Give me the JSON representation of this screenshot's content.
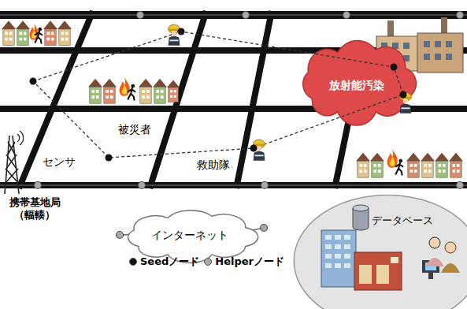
{
  "diagram": {
    "nodes": [
      {
        "text": [
          "放射能汚染"
        ]
      },
      {
        "text": [
          "インターネット"
        ]
      },
      {
        "text": [
          "データベース"
        ]
      }
    ],
    "labels": [
      "被災者",
      "救助隊",
      "センサ",
      "携帯基地局 （輻輳）"
    ],
    "legend": [
      {
        "text": "Seedノード",
        "color": "#111111"
      },
      {
        "text": "Helperノード",
        "color": "#a8a8a8"
      }
    ]
  }
}
